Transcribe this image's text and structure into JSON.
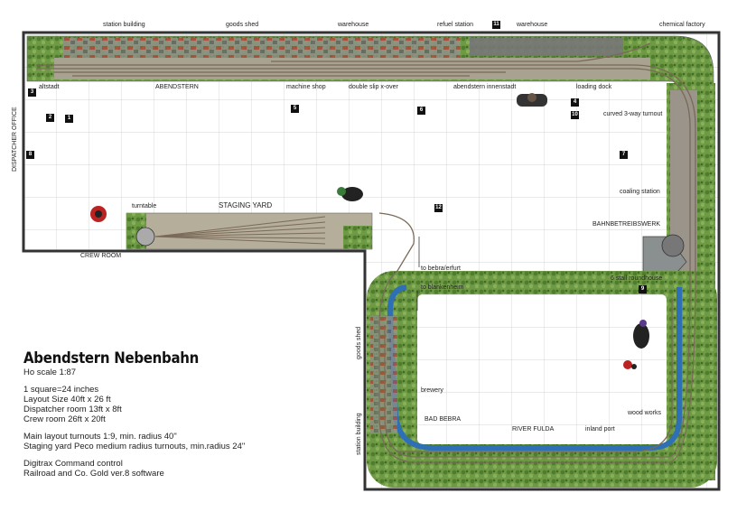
{
  "labels": {
    "station_building_top": "station building",
    "goods_shed_top": "goods shed",
    "warehouse_top": "warehouse",
    "refuel_station": "refuel station",
    "warehouse_top2": "warehouse",
    "chemical_factory": "chemical factory",
    "altstadt": "altstadt",
    "abendstern": "ABENDSTERN",
    "machine_shop": "machine shop",
    "double_slip": "double slip x-over",
    "abendstern_innenstadt": "abendstern innenstadt",
    "loading_dock": "loading dock",
    "curved_turnout": "curved 3-way turnout",
    "dispatcher_office": "DISPATCHER OFFICE",
    "coaling_station": "coaling station",
    "bahnbetriebswerk": "BAHNBETREIBSWERK",
    "turntable": "turntable",
    "staging_yard": "STAGING YARD",
    "crew_room": "CREW ROOM",
    "to_bebra": "to bebra/erfurt",
    "to_blankenheim": "to blankenheim",
    "roundhouse": "6 stall roundhouse",
    "goods_shed_side": "goods shed",
    "station_building_side": "station building",
    "brewery": "brewery",
    "bad_bebra": "BAD BEBRA",
    "river_fulda": "RIVER FULDA",
    "inland_port": "inland port",
    "wood_works": "wood works"
  },
  "markers": [
    "1",
    "2",
    "3",
    "4",
    "5",
    "6",
    "7",
    "8",
    "9",
    "10",
    "11",
    "12"
  ],
  "legend": {
    "title": "Abendstern Nebenbahn",
    "scale": "Ho scale 1:87",
    "line1": "1 square=24 inches",
    "line2": "Layout Size 40ft x 26 ft",
    "line3": "Dispatcher room 13ft x 8ft",
    "line4": "Crew room 26ft x 20ft",
    "line5": "Main layout turnouts 1:9,  min. radius 40\"",
    "line6": "Staging yard Peco medium radius turnouts, min.radius 24\"",
    "line7": "Digitrax Command control",
    "line8": "Railroad and Co. Gold ver.8 software"
  },
  "colors": {
    "wall": "#333333",
    "grid": "#c8c8c8",
    "scenery_green": "#5f8f3a",
    "track": "#7a6a58",
    "water": "#2f6fb4",
    "ground": "#9a9a8c"
  }
}
